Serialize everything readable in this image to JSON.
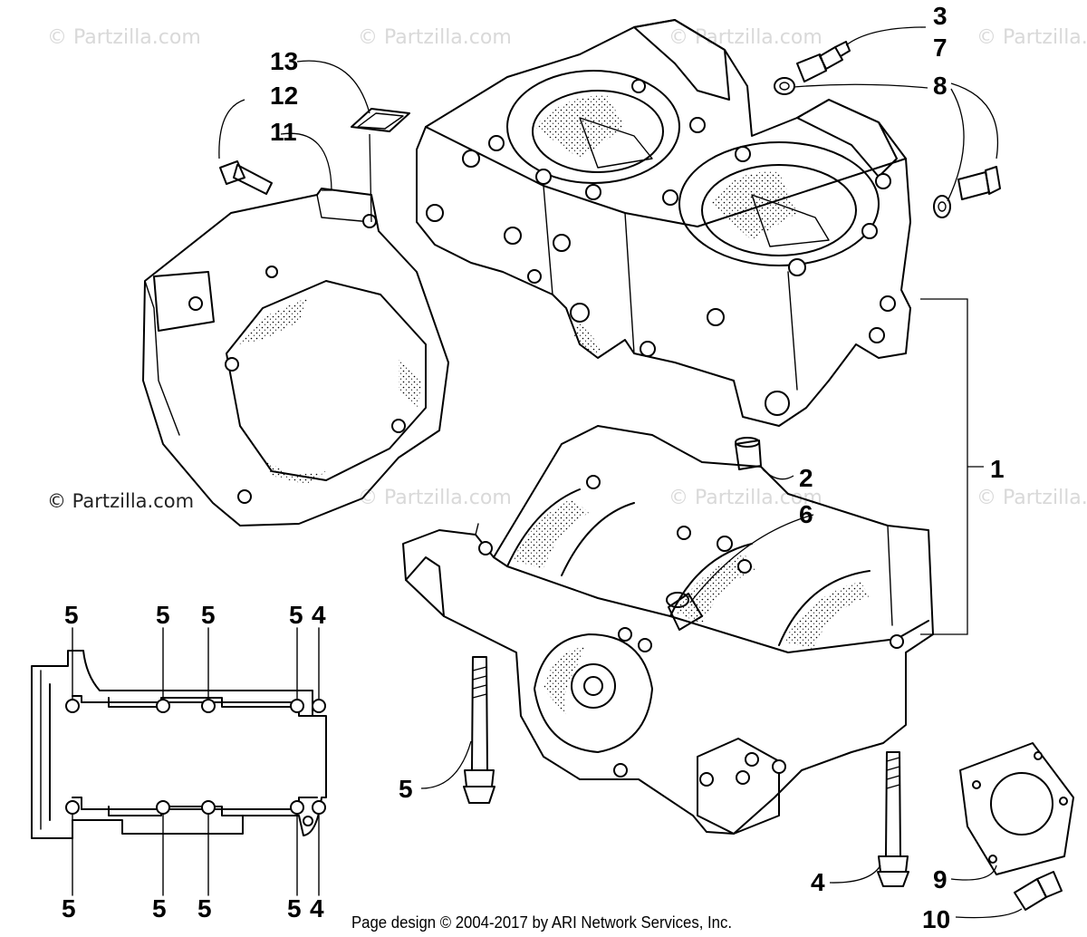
{
  "watermarks": [
    "© Partzilla.com",
    "© Partzilla.com",
    "© Partzilla.com",
    "© Partzilla.com",
    "© Partzilla.com",
    "© Partzilla.com",
    "© Partzilla.com",
    "© Partzilla.com"
  ],
  "callouts": [
    "1",
    "2",
    "3",
    "4",
    "5",
    "6",
    "7",
    "8",
    "9",
    "10",
    "11",
    "12",
    "13"
  ],
  "inset": {
    "top_labels": [
      "5",
      "5",
      "5",
      "5",
      "4"
    ],
    "bottom_labels": [
      "5",
      "5",
      "5",
      "5",
      "4"
    ]
  },
  "footer": {
    "credit": "Page design © 2004-2017 by ARI Network Services, Inc."
  }
}
